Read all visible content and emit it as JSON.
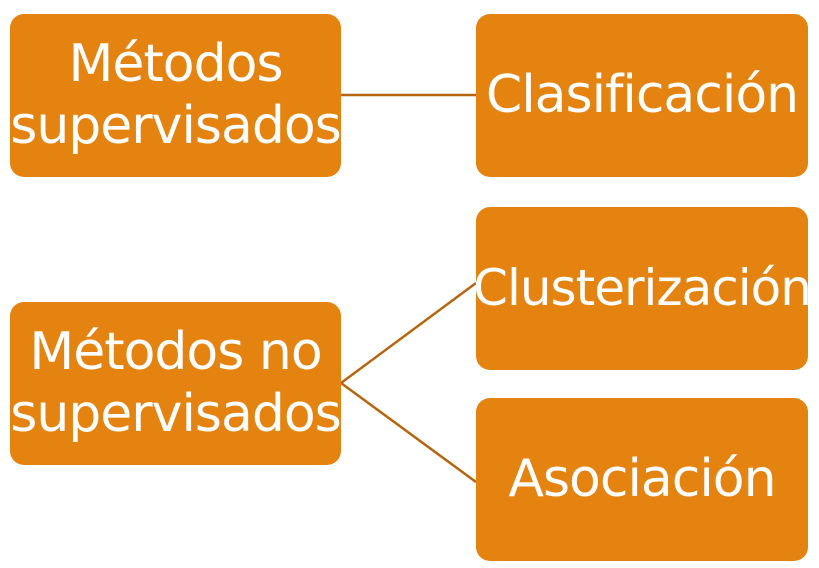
{
  "diagram": {
    "colors": {
      "box_fill": "#e4830f",
      "box_text": "#ffffff",
      "connector": "#b5650d"
    },
    "nodes": {
      "supervised": "Métodos supervisados",
      "unsupervised": "Métodos no supervisados",
      "classification": "Clasificación",
      "clustering": "Clusterización",
      "association": "Asociación"
    },
    "edges": [
      {
        "from": "supervised",
        "to": "classification"
      },
      {
        "from": "unsupervised",
        "to": "clustering"
      },
      {
        "from": "unsupervised",
        "to": "association"
      }
    ]
  }
}
